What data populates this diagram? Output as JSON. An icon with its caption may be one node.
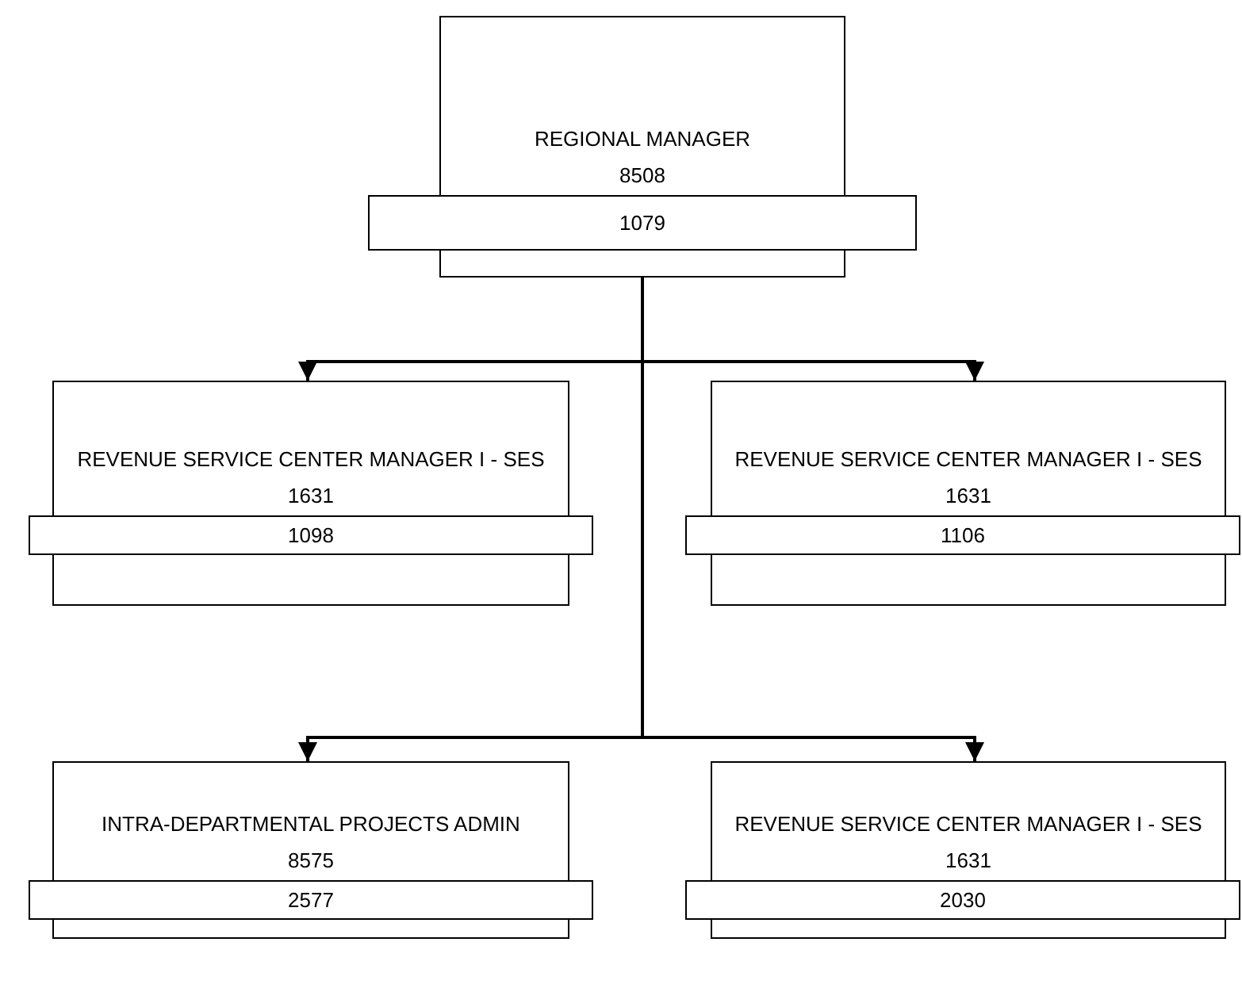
{
  "diagram": {
    "nodes": [
      {
        "text": [
          "REGIONAL MANAGER",
          "8508",
          "1079"
        ]
      },
      {
        "text": [
          "REVENUE SERVICE CENTER MANAGER I - SES",
          "1631",
          "1098"
        ]
      },
      {
        "text": [
          "REVENUE SERVICE CENTER MANAGER I - SES",
          "1631",
          "1106"
        ]
      },
      {
        "text": [
          "INTRA-DEPARTMENTAL PROJECTS ADMIN",
          "8575",
          "2577"
        ]
      },
      {
        "text": [
          "REVENUE SERVICE CENTER MANAGER I - SES",
          "1631",
          "2030"
        ]
      }
    ],
    "edges": [
      {
        "from": 0,
        "to": 1,
        "arrow": "to"
      },
      {
        "from": 0,
        "to": 2,
        "arrow": "to"
      },
      {
        "from": 0,
        "to": 3,
        "arrow": "to"
      },
      {
        "from": 0,
        "to": 4,
        "arrow": "to"
      }
    ]
  }
}
